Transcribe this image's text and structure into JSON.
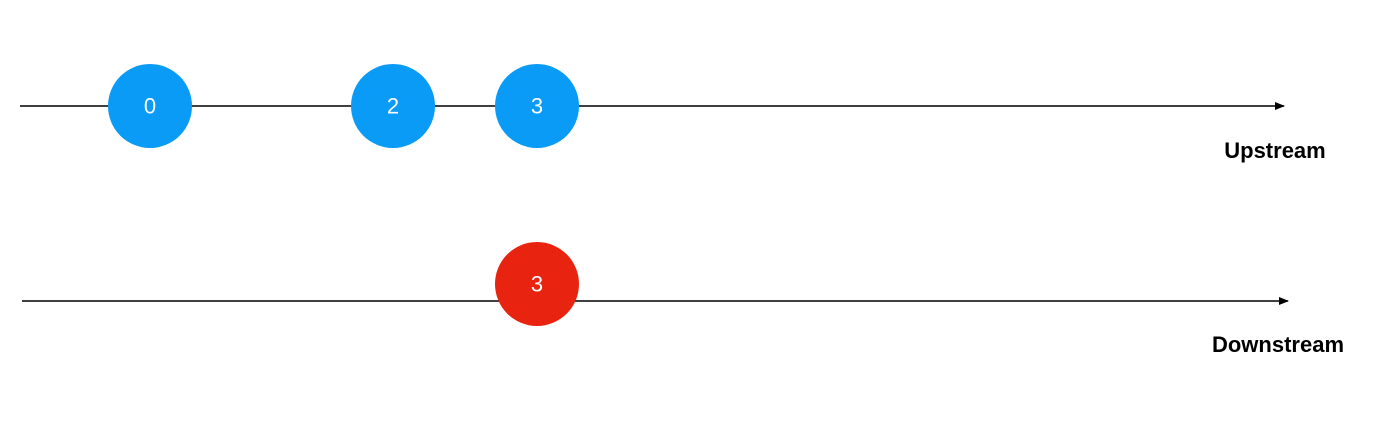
{
  "colors": {
    "upstream_marble": "#0a9bf6",
    "downstream_marble": "#e8230f",
    "line": "#000000",
    "marble_text": "#ffffff"
  },
  "streams": [
    {
      "label": "Upstream",
      "marbles": [
        "0",
        "2",
        "3"
      ]
    },
    {
      "label": "Downstream",
      "marbles": [
        "3"
      ]
    }
  ]
}
